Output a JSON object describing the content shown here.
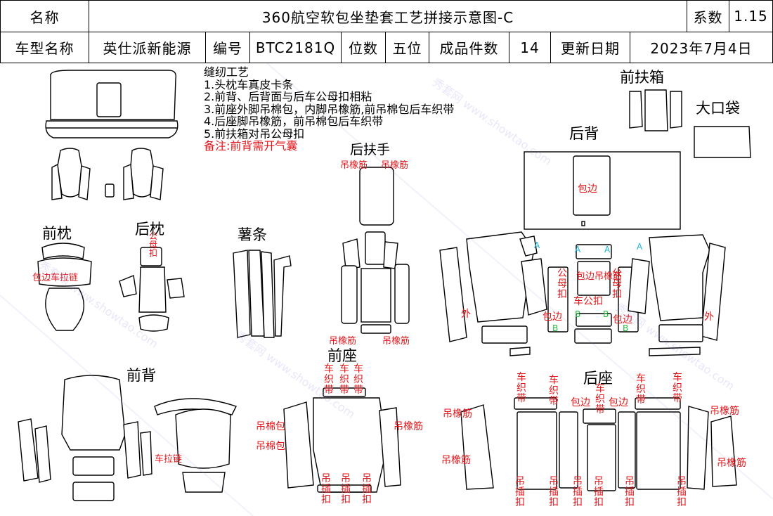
{
  "header": {
    "name_label": "名称",
    "title": "360航空软包坐垫套工艺拼接示意图-C",
    "coef_label": "系数",
    "coef_value": "1.15",
    "model_label": "车型名称",
    "model_value": "英仕派新能源",
    "code_label": "编号",
    "code_value": "BTC2181Q",
    "seats_label": "位数",
    "seats_value": "五位",
    "pieces_label": "成品件数",
    "pieces_value": "14",
    "date_label": "更新日期",
    "date_value": "2023年7月4日"
  },
  "notes": {
    "title": "缝纫工艺",
    "items": [
      "1.头枕车真皮卡条",
      "2.前背、后背面与后车公母扣相粘",
      "3.前座外脚吊棉包，内脚吊橡筋,前吊棉包后车织带",
      "4.后座脚吊橡筋，前吊棉包后车织带",
      "5.前扶箱对吊公母扣"
    ],
    "remark": "备注:前背需开气囊"
  },
  "sections": {
    "front_armrest_box": "前扶箱",
    "big_pocket": "大口袋",
    "rear_back": "后背",
    "rear_armrest": "后扶手",
    "front_pillow": "前枕",
    "rear_pillow": "后枕",
    "strip": "薯条",
    "front_back": "前背",
    "front_seat": "前座",
    "rear_seat": "后座"
  },
  "annotations": {
    "elastic": "吊橡筋",
    "cotton_bag": "吊棉包",
    "wrap_edge": "包边",
    "outer": "外",
    "male_female_buckle": "公母扣",
    "car_zipper": "车拉链",
    "wrap_edge_zipper": "包边车拉链",
    "sewn_strap_v": "车织带",
    "male_female_v": "车公扣",
    "hang_insert_buckle": "吊插扣",
    "pillow_buckle": "公母扣",
    "letter_a": "A",
    "letter_b": "B",
    "wrap_pull_elastic": "包边吊橡筋"
  },
  "watermark": "秀套网 www.showtao.com",
  "colors": {
    "red": "#e0161a",
    "green": "#20c040",
    "cyan": "#19b6d8",
    "line": "#000000"
  }
}
